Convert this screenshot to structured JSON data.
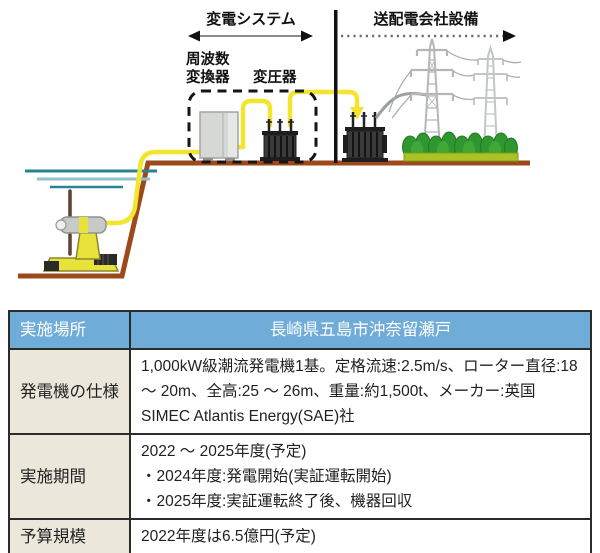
{
  "diagram": {
    "substation_system_label": "変電システム",
    "grid_company_label": "送配電会社設備",
    "frequency_converter_label_line1": "周波数",
    "frequency_converter_label_line2": "変換器",
    "transformer_label": "変圧器"
  },
  "table": {
    "rows": [
      {
        "label": "実施場所",
        "value": "長崎県五島市沖奈留瀬戸"
      },
      {
        "label": "発電機の仕様",
        "value": "1,000kW級潮流発電機1基。定格流速:2.5m/s、ローター直径:18 〜 20m、全高:25 〜 26m、重量:約1,500t、メーカー:英国SIMEC Atlantis Energy(SAE)社"
      },
      {
        "label": "実施期間",
        "value_lines": [
          "2022 〜 2025年度(予定)",
          "・2024年度:発電開始(実証運転開始)",
          "・2025年度:実証運転終了後、機器回収"
        ]
      },
      {
        "label": "予算規模",
        "value": "2022年度は6.5億円(予定)"
      }
    ]
  },
  "colors": {
    "header_blue": "#6fadd8",
    "label_cell_cream": "#ebe8db",
    "table_border": "#2b2b2b",
    "cable_yellow": "#f3e52e",
    "ground_brown": "#9c4a1c",
    "water_teal": "#2a8391",
    "vegetation_green": "#2f9630",
    "tower_gray": "#b3b7bb"
  }
}
